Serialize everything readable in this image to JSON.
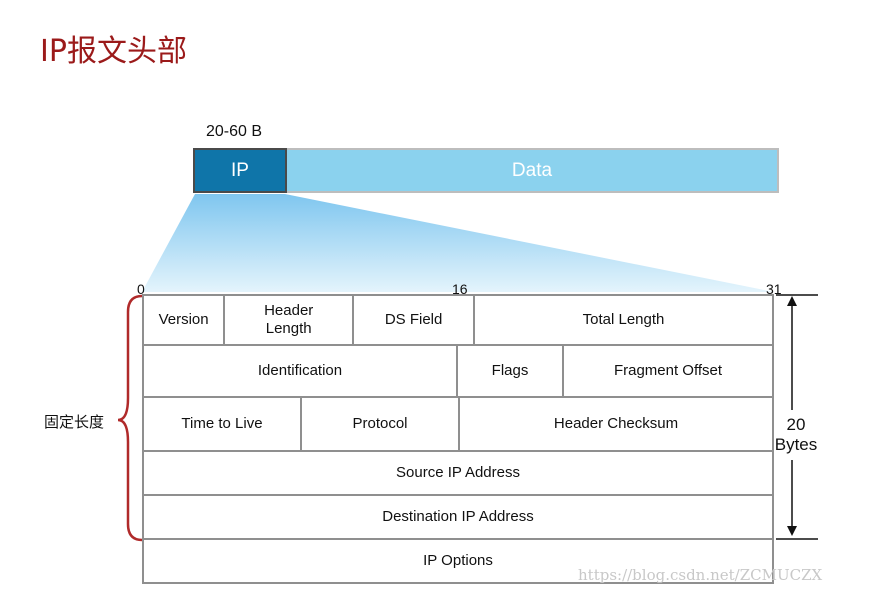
{
  "title": "IP报文头部",
  "packet": {
    "size_label": "20-60 B",
    "ip_label": "IP",
    "data_label": "Data"
  },
  "bits": {
    "start": "0",
    "mid": "16",
    "end": "31"
  },
  "rows": [
    [
      {
        "label": "Version",
        "width": 4
      },
      {
        "label": "Header Length",
        "width": 5
      },
      {
        "label": "DS Field",
        "width": 6
      },
      {
        "label": "Total Length",
        "width": 15
      }
    ],
    [
      {
        "label": "Identification",
        "width": 15
      },
      {
        "label": "Flags",
        "width": 5
      },
      {
        "label": "Fragment Offset",
        "width": 10
      }
    ],
    [
      {
        "label": "Time to Live",
        "width": 8
      },
      {
        "label": "Protocol",
        "width": 8
      },
      {
        "label": "Header Checksum",
        "width": 16
      }
    ],
    [
      {
        "label": "Source IP Address",
        "width": 32
      }
    ],
    [
      {
        "label": "Destination IP Address",
        "width": 32
      }
    ],
    [
      {
        "label": "IP  Options",
        "width": 32
      }
    ]
  ],
  "fixed_length_label": "固定长度",
  "bytes_label": "20 Bytes",
  "watermark": "https://blog.csdn.net/ZCMUCZX",
  "colors": {
    "title": "#9b1a1a",
    "ip_block": "#0f75a9",
    "data_block": "#8bd2ee",
    "brace": "#b02a2a"
  }
}
